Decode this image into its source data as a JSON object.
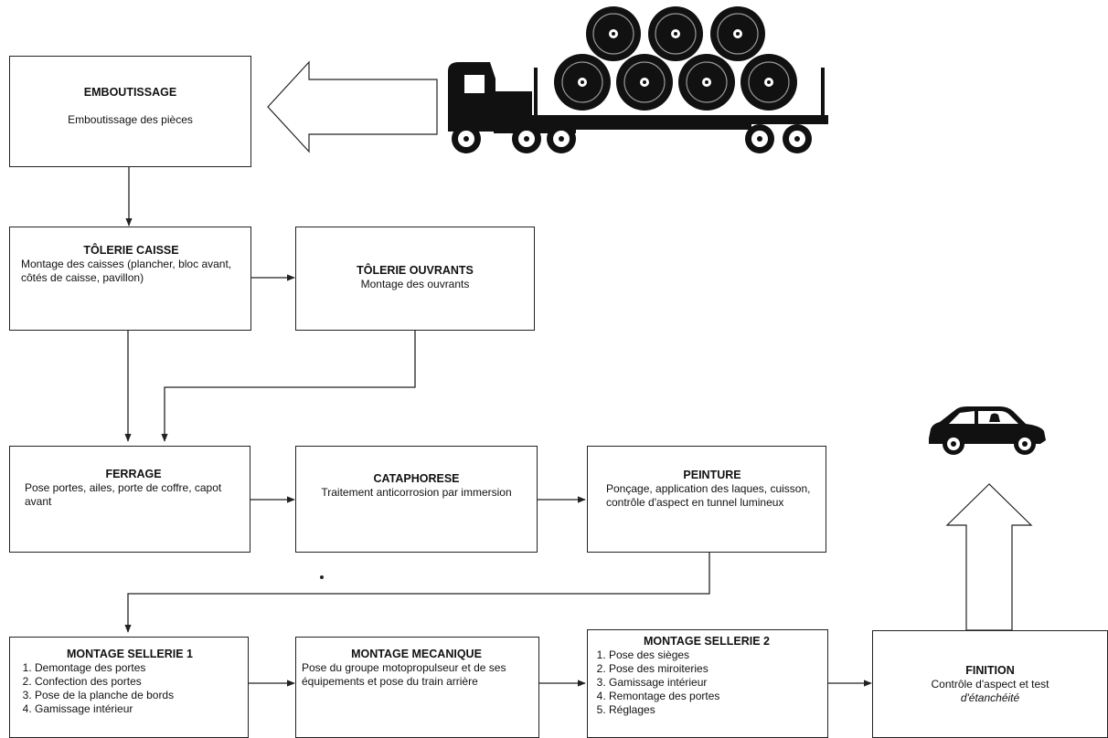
{
  "boxes": {
    "emboutissage": {
      "title": "EMBOUTISSAGE",
      "desc": "Emboutissage des pièces"
    },
    "tolerie_caisse": {
      "title": "TÔLERIE CAISSE",
      "desc": "Montage des caisses (plancher, bloc avant, côtés de caisse, pavillon)"
    },
    "tolerie_ouvrants": {
      "title": "TÔLERIE OUVRANTS",
      "desc": "Montage des ouvrants"
    },
    "ferrage": {
      "title": "FERRAGE",
      "desc": "Pose portes, ailes, porte de coffre, capot avant"
    },
    "cataphorese": {
      "title": "CATAPHORESE",
      "desc": "Traitement anticorrosion par immersion"
    },
    "peinture": {
      "title": "PEINTURE",
      "desc": "Ponçage, application des laques, cuisson, contrôle d'aspect en tunnel lumineux"
    },
    "sellerie1": {
      "title": "MONTAGE SELLERIE 1",
      "items": [
        "Demontage des portes",
        "Confection des portes",
        "Pose de la planche de bords",
        "Gamissage intérieur"
      ]
    },
    "mecanique": {
      "title": "MONTAGE MECANIQUE",
      "desc": "Pose du groupe motopropulseur et de ses équipements et pose du train arrière"
    },
    "sellerie2": {
      "title": "MONTAGE SELLERIE 2",
      "items": [
        "Pose des sièges",
        "Pose des miroiteries",
        "Gamissage intérieur",
        "Remontage des portes",
        "Réglages"
      ]
    },
    "finition": {
      "title": "FINITION",
      "desc": "Contrôle d'aspect et test",
      "desc_italic": "d'étanchéité"
    }
  },
  "colors": {
    "stroke": "#222222",
    "fill": "#111111",
    "background": "#ffffff"
  },
  "icons": [
    "hollow-arrow-left-icon",
    "truck-with-coils-icon",
    "car-icon",
    "hollow-arrow-up-icon"
  ]
}
